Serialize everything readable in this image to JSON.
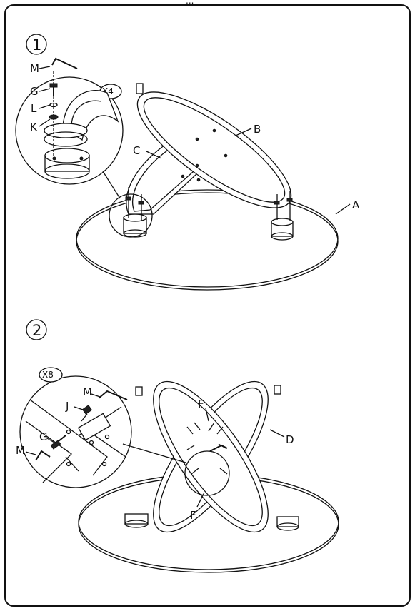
{
  "header_fragment": "...",
  "steps": [
    {
      "number": "1",
      "qty_badge": "X4",
      "callouts": {
        "M": "M",
        "G": "G",
        "L": "L",
        "K": "K",
        "A": "A",
        "B": "B",
        "C": "C"
      }
    },
    {
      "number": "2",
      "qty_badge": "X8",
      "callouts": {
        "M": "M",
        "M2": "M",
        "J": "J",
        "G": "G",
        "F_top": "F",
        "F_bottom": "F",
        "D": "D"
      }
    }
  ],
  "colors": {
    "ink": "#111111",
    "paper": "#ffffff"
  }
}
